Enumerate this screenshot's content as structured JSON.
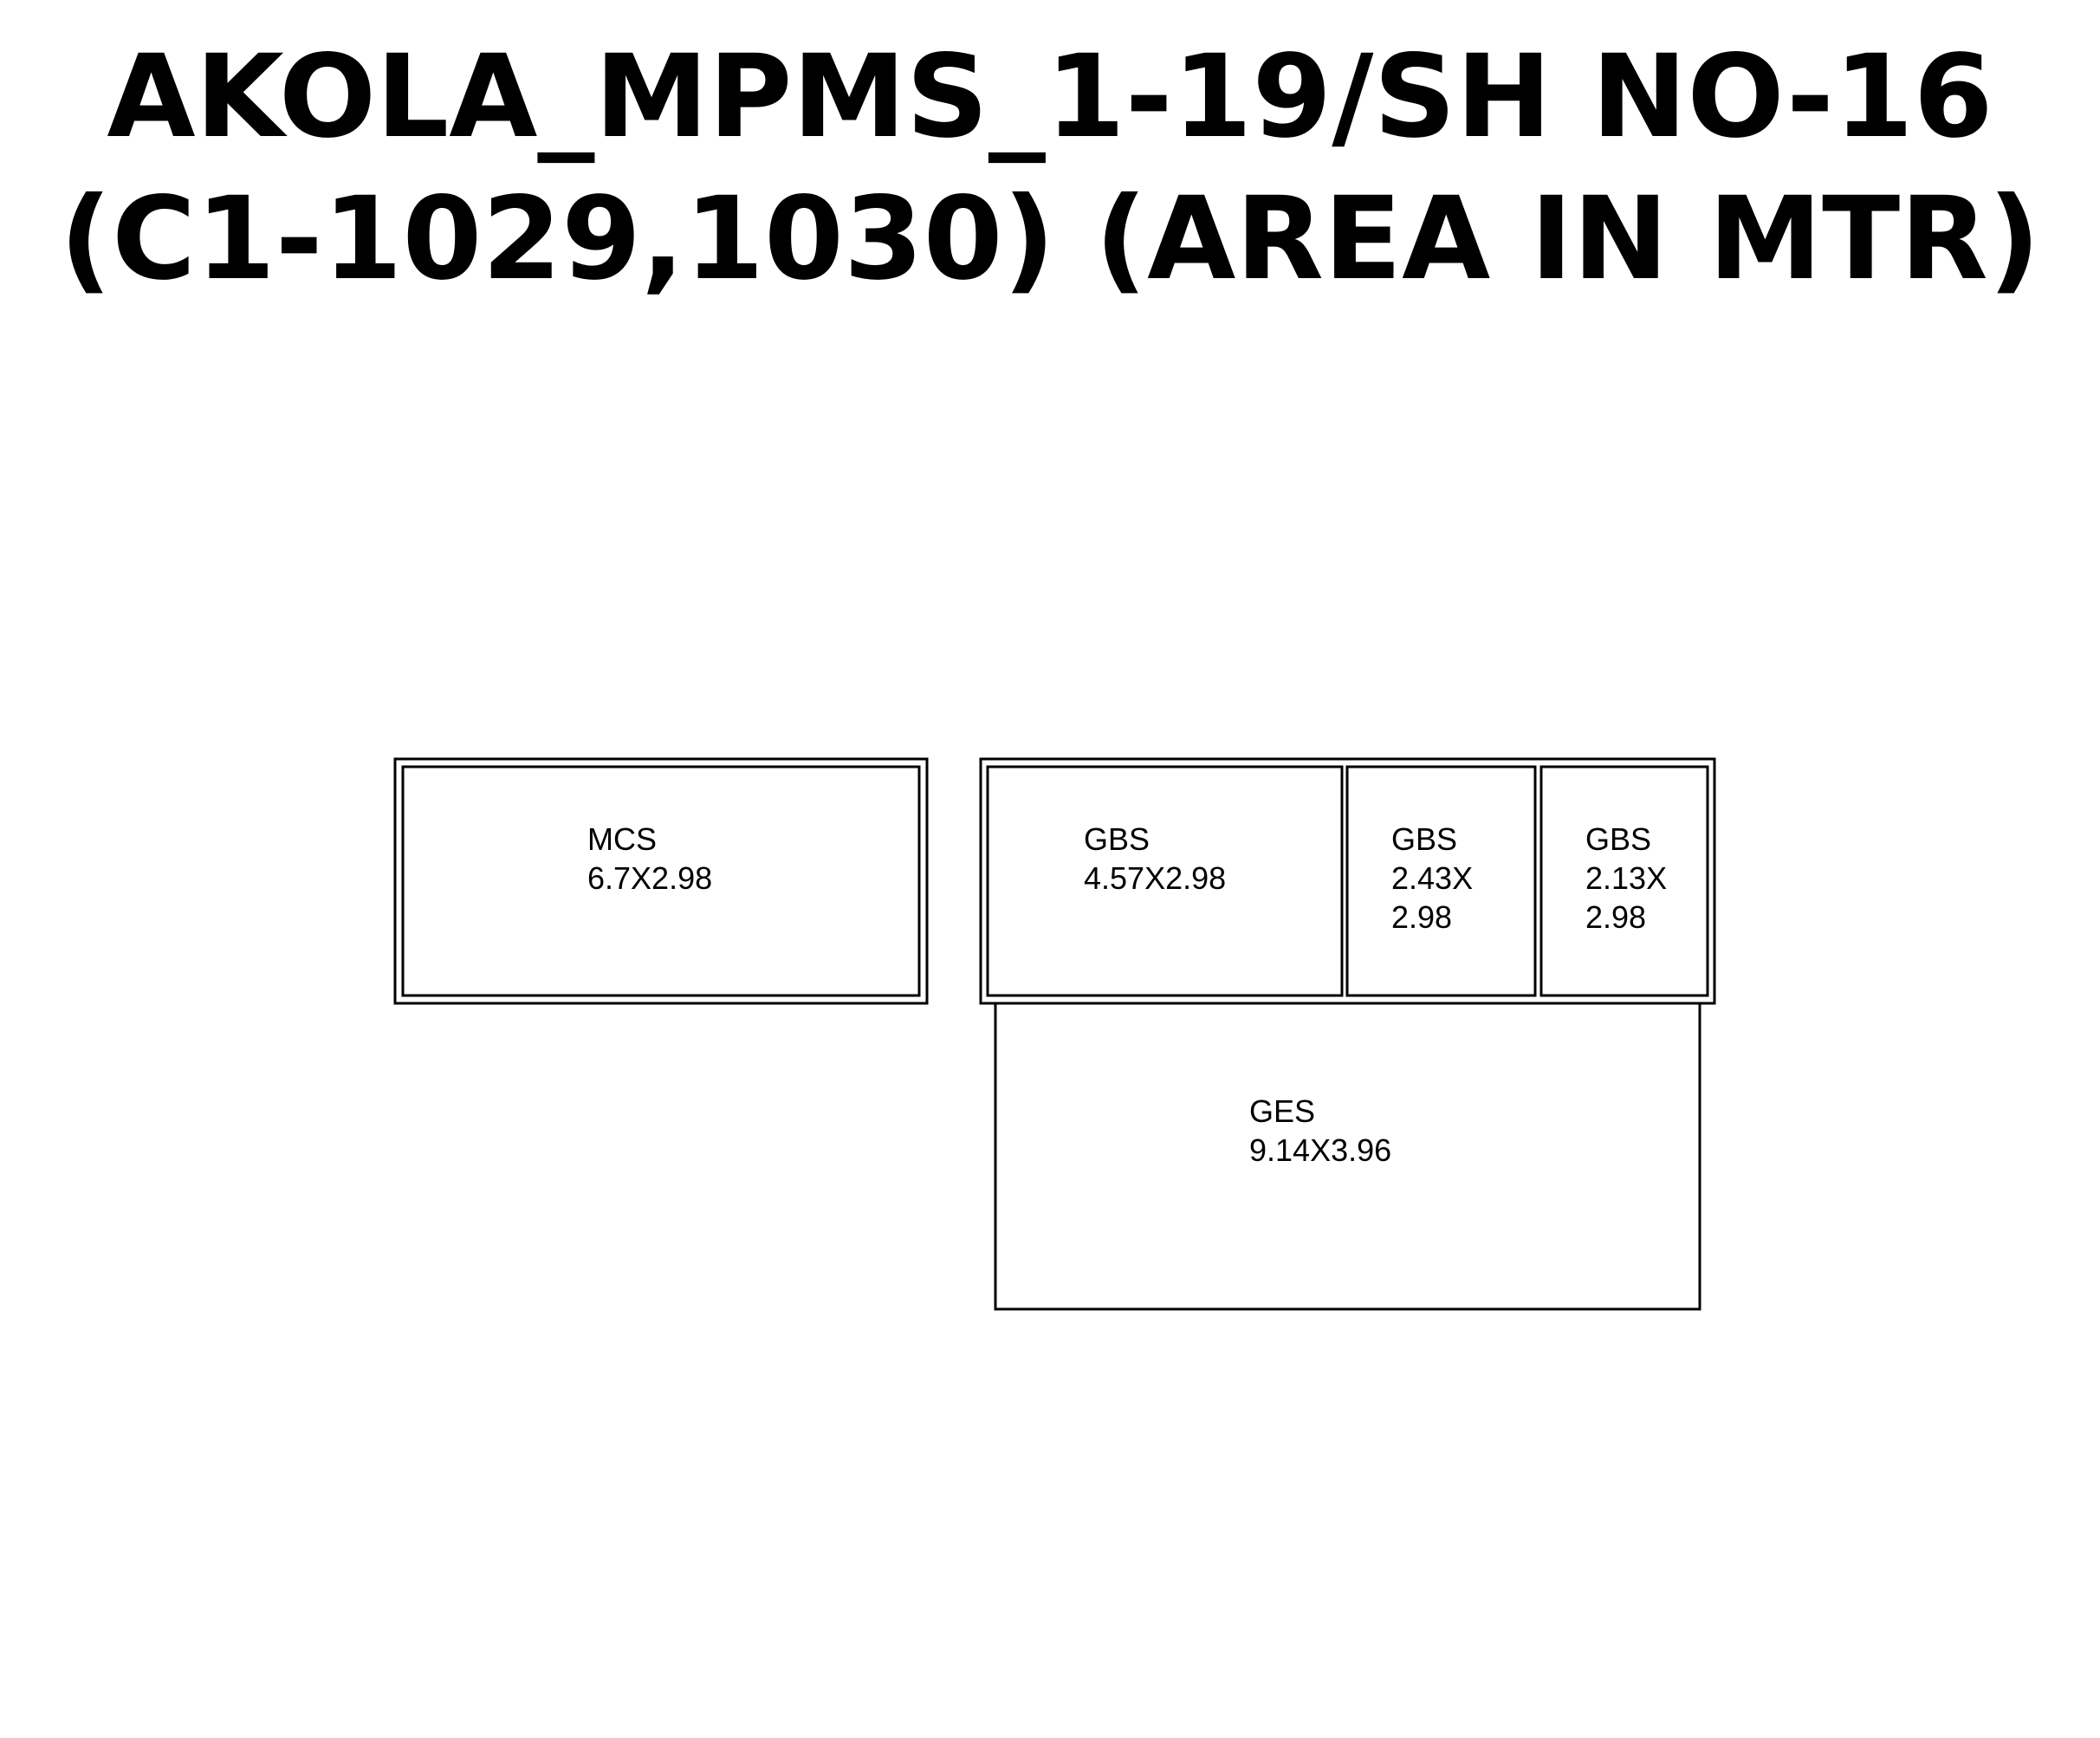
{
  "title": {
    "line1": "AKOLA_MPMS_1-19/SH NO-16",
    "line2": "(C1-1029,1030) (AREA IN MTR)"
  },
  "rooms": [
    {
      "name": "MCS",
      "dims_line1": "6.7X2.98",
      "dims_line2": ""
    },
    {
      "name": "GBS",
      "dims_line1": "4.57X2.98",
      "dims_line2": ""
    },
    {
      "name": "GBS",
      "dims_line1": "2.43X",
      "dims_line2": "2.98"
    },
    {
      "name": "GBS",
      "dims_line1": "2.13X",
      "dims_line2": "2.98"
    },
    {
      "name": "GES",
      "dims_line1": "9.14X3.96",
      "dims_line2": ""
    }
  ]
}
